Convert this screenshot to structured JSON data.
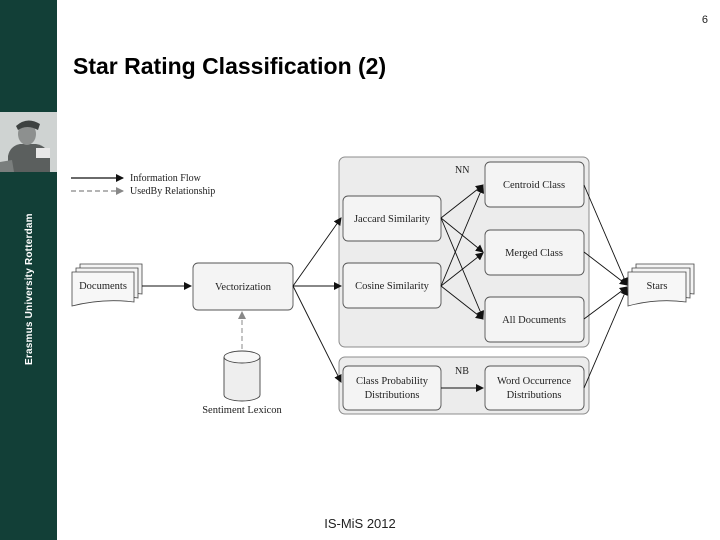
{
  "slide": {
    "page_number": "6",
    "title": "Star Rating Classification (2)",
    "footer": "IS-MiS 2012"
  },
  "sidebar": {
    "university": "Erasmus University Rotterdam"
  },
  "legend": {
    "information_flow": "Information Flow",
    "used_by": "UsedBy Relationship"
  },
  "diagram": {
    "nn_label": "NN",
    "nb_label": "NB",
    "documents": "Documents",
    "vectorization": "Vectorization",
    "sentiment_lexicon": "Sentiment Lexicon",
    "jaccard": "Jaccard Similarity",
    "cosine": "Cosine Similarity",
    "class_prob_line1": "Class Probability",
    "class_prob_line2": "Distributions",
    "centroid": "Centroid Class",
    "merged": "Merged Class",
    "all_docs": "All Documents",
    "word_occ_line1": "Word Occurrence",
    "word_occ_line2": "Distributions",
    "stars": "Stars"
  },
  "colors": {
    "sidebar": "#123f37",
    "box_fill": "#f4f4f4",
    "group_fill": "#ececec"
  }
}
